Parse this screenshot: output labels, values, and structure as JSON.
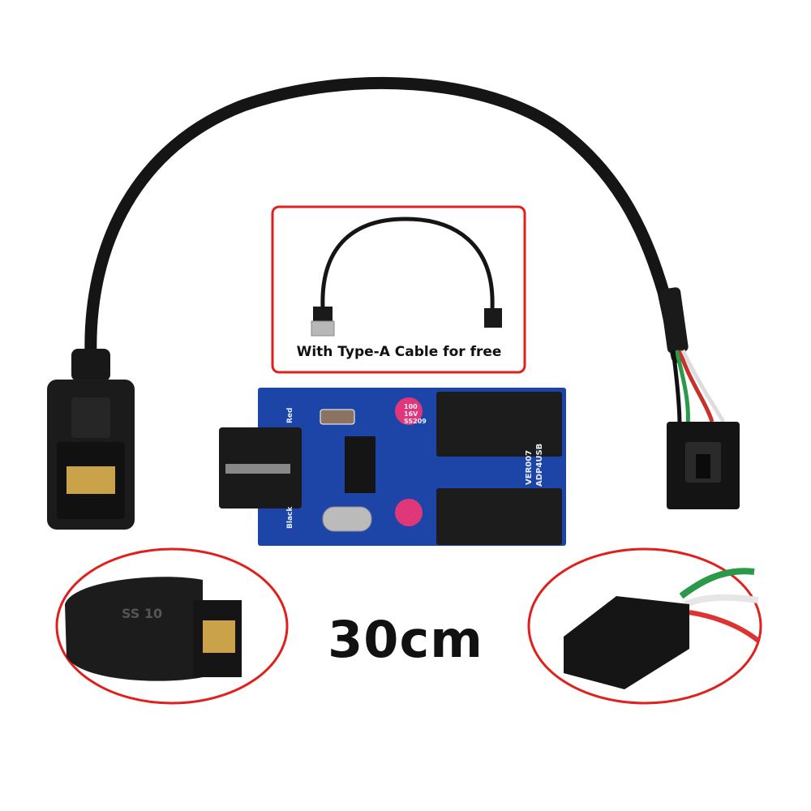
{
  "inset": {
    "caption": "With Type-A Cable for free"
  },
  "length_label": "30cm",
  "pcb": {
    "model": "VER007",
    "name": "ADP4USB",
    "wire_red": "Red",
    "wire_black": "Black",
    "capacitor_text": [
      "100",
      "16V",
      "SS209"
    ]
  },
  "connector_logo": "SS 10",
  "colors": {
    "highlight": "#e0201c",
    "pcb": "#1d45a8",
    "cable": "#111111"
  }
}
